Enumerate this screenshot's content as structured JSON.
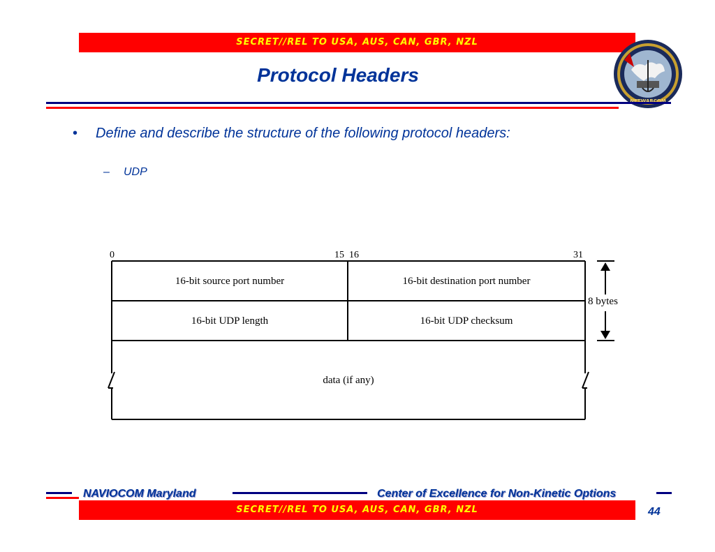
{
  "classification": {
    "top": "SECRET//REL TO USA, AUS, CAN, GBR, NZL",
    "bottom": "SECRET//REL TO USA, AUS, CAN, GBR, NZL"
  },
  "title": "Protocol Headers",
  "bullets": [
    {
      "text": "Define and describe the structure of the following protocol headers:",
      "subitems": [
        "UDP"
      ]
    }
  ],
  "diagram": {
    "bit_labels": [
      "0",
      "15",
      "16",
      "31"
    ],
    "fields": [
      "16-bit source port number",
      "16-bit destination port number",
      "16-bit UDP length",
      "16-bit UDP checksum",
      "data (if any)"
    ],
    "size_label": "8 bytes"
  },
  "footer": {
    "left": "NAVIOCOM Maryland",
    "right": "Center of Excellence for Non-Kinetic Options",
    "page_number": "44"
  },
  "seal": {
    "ring_text_bottom": "NETWARCOM"
  },
  "colors": {
    "banner": "#ff0000",
    "banner_text": "#ffff00",
    "title": "#003399",
    "rule_blue": "#000080",
    "rule_red": "#ff0000"
  }
}
